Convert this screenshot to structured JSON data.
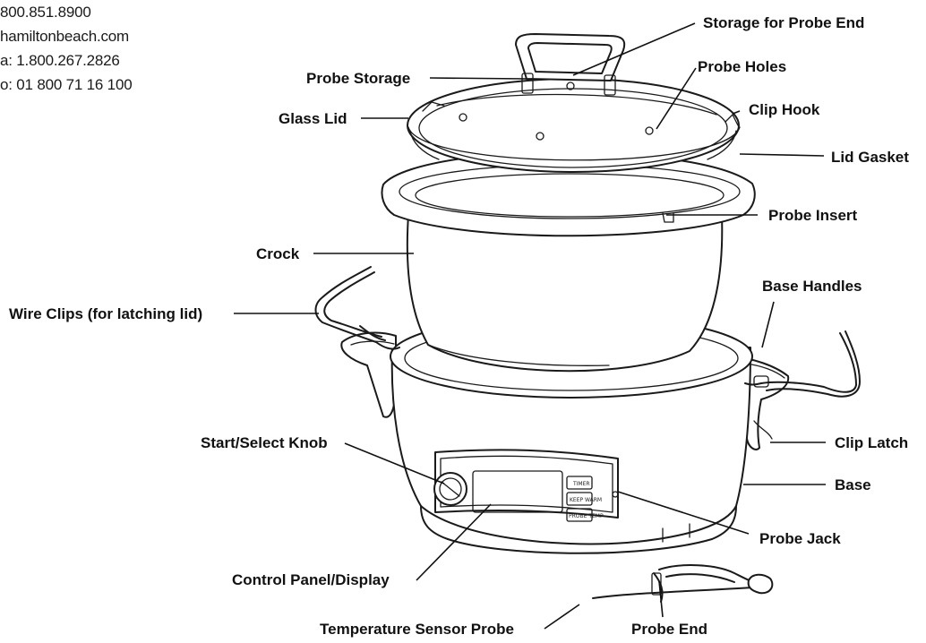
{
  "contact": {
    "line1": "800.851.8900",
    "line2": "hamiltonbeach.com",
    "line3": "a: 1.800.267.2826",
    "line4": "o: 01 800 71 16 100"
  },
  "labels": {
    "storage_probe_end": "Storage for Probe End",
    "probe_storage": "Probe Storage",
    "probe_holes": "Probe Holes",
    "glass_lid": "Glass Lid",
    "clip_hook": "Clip Hook",
    "lid_gasket": "Lid Gasket",
    "crock": "Crock",
    "probe_insert": "Probe Insert",
    "base_handles": "Base Handles",
    "wire_clips": "Wire Clips (for latching lid)",
    "start_select_knob": "Start/Select Knob",
    "clip_latch": "Clip Latch",
    "base": "Base",
    "probe_jack": "Probe Jack",
    "control_panel_display": "Control Panel/Display",
    "temperature_sensor_probe": "Temperature Sensor Probe",
    "probe_end": "Probe End"
  },
  "panel_buttons": [
    "TIMER",
    "KEEP WARM",
    "PROBE TEMP"
  ]
}
